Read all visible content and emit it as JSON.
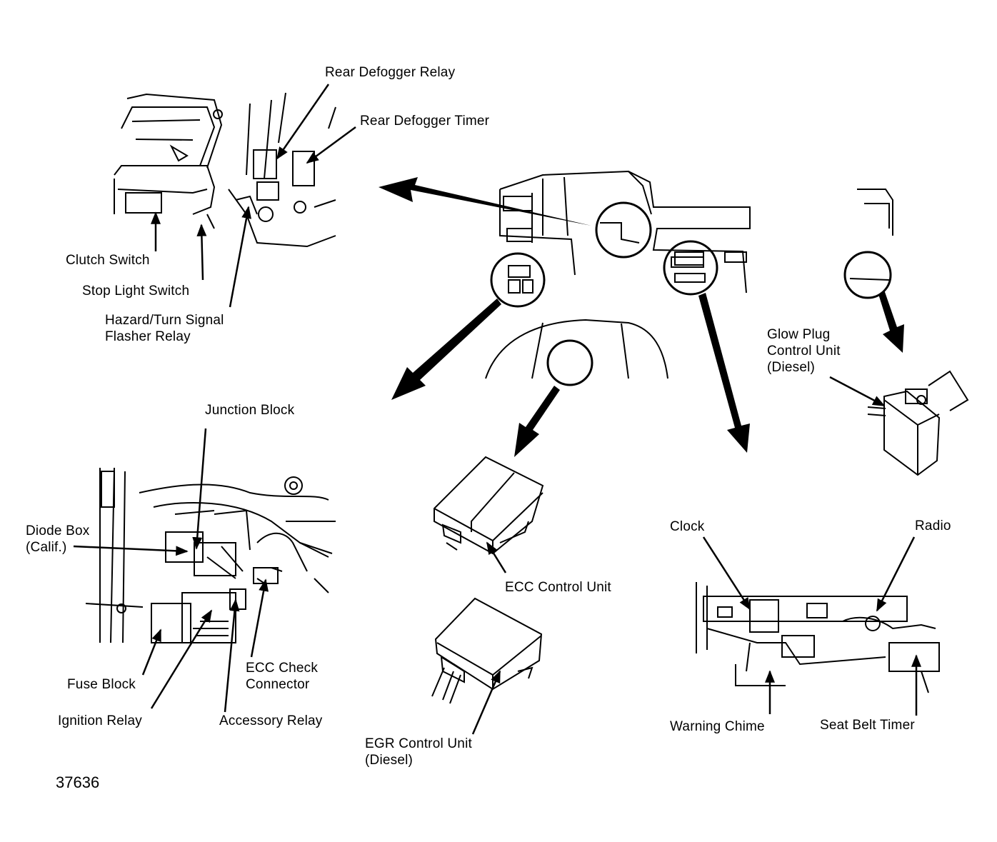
{
  "figure_number": "37636",
  "labels": {
    "rear_defogger_relay": "Rear Defogger Relay",
    "rear_defogger_timer": "Rear Defogger Timer",
    "clutch_switch": "Clutch Switch",
    "stop_light_switch": "Stop Light Switch",
    "hazard_relay": [
      "Hazard/Turn Signal",
      "Flasher Relay"
    ],
    "glow_plug_unit": [
      "Glow Plug",
      "Control Unit",
      "(Diesel)"
    ],
    "junction_block": "Junction Block",
    "diode_box": [
      "Diode Box",
      "(Calif.)"
    ],
    "fuse_block": "Fuse Block",
    "ignition_relay": "Ignition Relay",
    "ecc_check_connector": [
      "ECC Check",
      "Connector"
    ],
    "accessory_relay": "Accessory Relay",
    "ecc_control_unit": "ECC Control Unit",
    "egr_control_unit": [
      "EGR Control Unit",
      "(Diesel)"
    ],
    "clock": "Clock",
    "radio": "Radio",
    "warning_chime": "Warning Chime",
    "seat_belt_timer": "Seat Belt Timer"
  }
}
